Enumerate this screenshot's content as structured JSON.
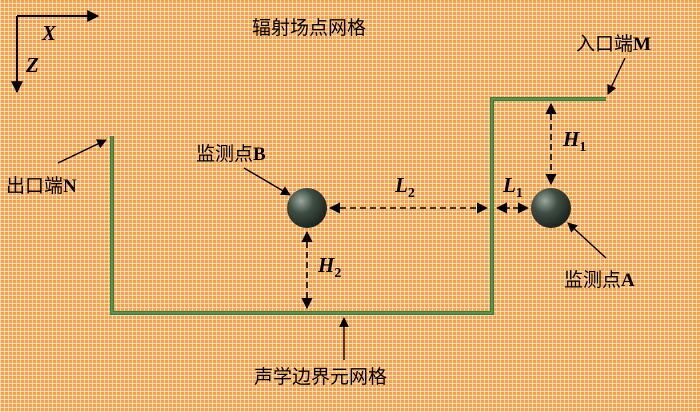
{
  "labels": {
    "radiation_mesh": "辐射场点网格",
    "acoustic_mesh": "声学边界元网格",
    "inlet_prefix": "入口端",
    "inlet_letter": "M",
    "outlet_prefix": "出口端",
    "outlet_letter": "N",
    "point_b_prefix": "监测点",
    "point_b_letter": "B",
    "point_a_prefix": "监测点",
    "point_a_letter": "A"
  },
  "axes": {
    "x": "X",
    "z": "Z"
  },
  "dimensions": {
    "l2": {
      "symbol": "L",
      "sub": "2"
    },
    "l1": {
      "symbol": "L",
      "sub": "1"
    },
    "h1": {
      "symbol": "H",
      "sub": "1"
    },
    "h2": {
      "symbol": "H",
      "sub": "2"
    }
  },
  "colors": {
    "background": "#f2a24a",
    "mesh_line": "#3f7a3a",
    "sphere": "#2f3d34",
    "arrow": "#000000"
  }
}
